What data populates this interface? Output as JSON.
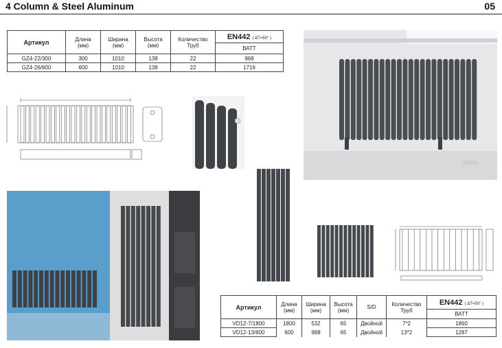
{
  "header": {
    "title": "4 Column & Steel Aluminum",
    "page": "05"
  },
  "table1": {
    "headers": {
      "article": "Артикул",
      "length": "Длина\n(мм)",
      "width": "Ширина\n(мм)",
      "height": "Высота\n(мм)",
      "tubes": "Количество\nТруб",
      "standard": "EN442",
      "delta": "( ΔT=50° )",
      "unit": "ВАТТ"
    },
    "rows": [
      {
        "article": "GZ4-22/300",
        "length": "300",
        "width": "1010",
        "height": "138",
        "tubes": "22",
        "watt": "968"
      },
      {
        "article": "GZ4-26/600",
        "length": "600",
        "width": "1010",
        "height": "138",
        "tubes": "22",
        "watt": "1716"
      }
    ]
  },
  "table2": {
    "headers": {
      "article": "Артикул",
      "length": "Длина\n(мм)",
      "width": "Ширина\n(мм)",
      "height": "Высота\n(мм)",
      "sd": "S/D",
      "tubes": "Количество\nТруб",
      "standard": "EN442",
      "delta": "( ΔT=50° )",
      "unit": "ВАТТ"
    },
    "rows": [
      {
        "article": "VD12-7/1800",
        "length": "1800",
        "width": "532",
        "height": "65",
        "sd": "Двойной",
        "tubes": "7*2",
        "watt": "1860"
      },
      {
        "article": "VD12-13/600",
        "length": "600",
        "width": "988",
        "height": "65",
        "sd": "Двойной",
        "tubes": "13*2",
        "watt": "1287"
      }
    ]
  },
  "colors": {
    "radiator": "#4a4d52",
    "wall_blue": "#5a9ecb",
    "line": "#444444"
  }
}
